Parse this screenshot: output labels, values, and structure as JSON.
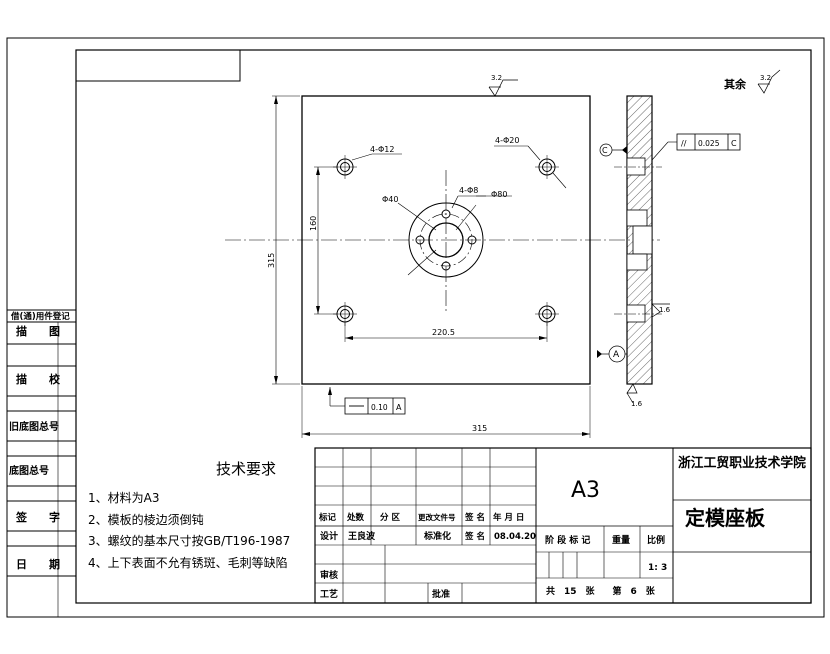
{
  "dimensions": {
    "hole_small": "4-Φ12",
    "hole_20": "4-Φ20",
    "hole_8": "4-Φ8",
    "dia_40": "Φ40",
    "dia_80": "Φ80",
    "height_160": "160",
    "width_220": "220.5",
    "height_315": "315",
    "width_315": "315"
  },
  "surface_finish": {
    "top": "3.2",
    "rest_label": "其余",
    "rest_value": "3.2",
    "side": "1.6",
    "bottom": "1.6"
  },
  "tolerances": {
    "parallel_symbol": "//",
    "parallel_value": "0.025",
    "parallel_datum": "C",
    "flat_value": "0.10",
    "flat_datum": "A",
    "datum_c": "C",
    "datum_a": "A"
  },
  "left_column": {
    "items": [
      "借(通)用件登记",
      "描　　图",
      "描　　校",
      "旧底图总号",
      "底图总号",
      "签　　字",
      "日　　期"
    ]
  },
  "tech": {
    "title": "技术要求",
    "items": [
      "1、材料为A3",
      "2、模板的棱边须倒钝",
      "3、螺纹的基本尺寸按GB/T196-1987",
      "4、上下表面不允有锈斑、毛刺等缺陷"
    ]
  },
  "title_block": {
    "material": "A3",
    "school": "浙江工贸职业技术学院",
    "part_name": "定模座板",
    "rev_headers": [
      "标记",
      "处数",
      "分 区",
      "更改文件号",
      "签 名",
      "年 月 日"
    ],
    "design_label": "设计",
    "designer": "王良波",
    "std_label": "标准化",
    "sign_label": "签 名",
    "date": "08.04.20",
    "stage_label": "阶 段 标 记",
    "weight_label": "重量",
    "scale_label": "比例",
    "scale": "1: 3",
    "review_label": "审核",
    "process_label": "工艺",
    "approve_label": "批准",
    "sheets": "共　15　张　　第　6　张"
  }
}
